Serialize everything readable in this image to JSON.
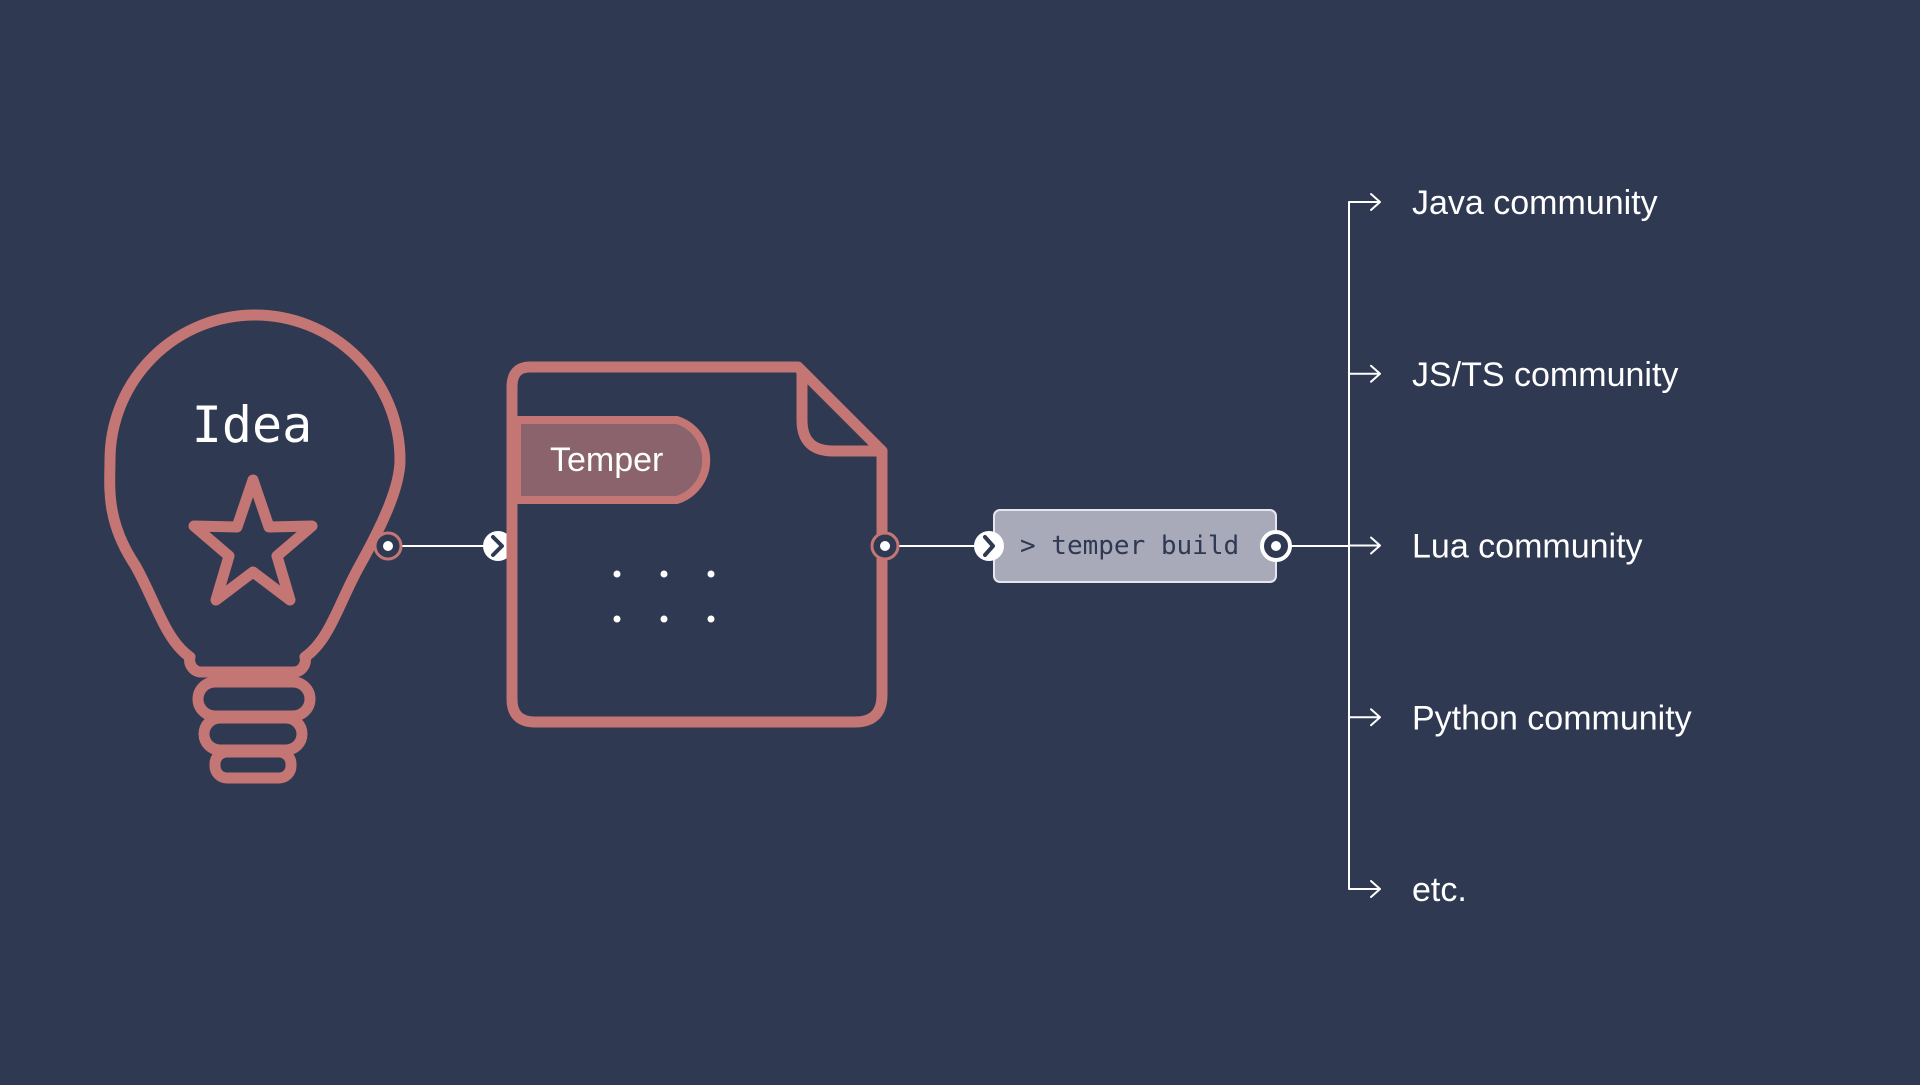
{
  "colors": {
    "background": "#2f3952",
    "accent": "#c47674",
    "accent_fill": "#8a636d",
    "line": "#ffffff",
    "terminal_bg": "#a9aab9",
    "terminal_border": "#e6e6ee",
    "terminal_text": "#2f3952"
  },
  "idea": {
    "label": "Idea",
    "icon": "lightbulb-icon",
    "inner_icon": "star-icon"
  },
  "file": {
    "icon": "file-icon",
    "tab_label": "Temper"
  },
  "command": {
    "label": "> temper build"
  },
  "targets": [
    {
      "label": "Java community"
    },
    {
      "label": "JS/TS community"
    },
    {
      "label": "Lua community"
    },
    {
      "label": "Python community"
    },
    {
      "label": "etc."
    }
  ]
}
